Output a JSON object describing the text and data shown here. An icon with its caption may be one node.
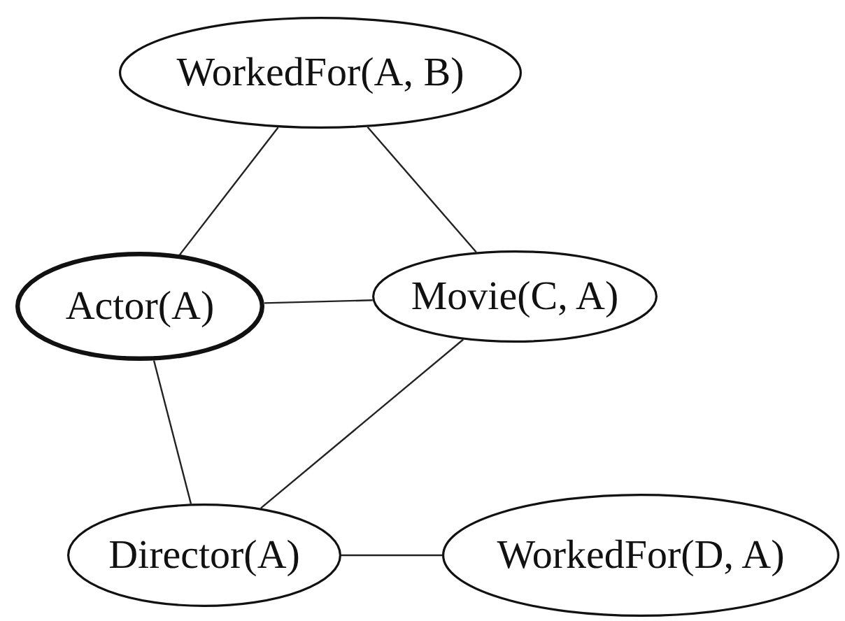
{
  "diagram": {
    "nodes": [
      {
        "text": [
          "WorkedFor(A, B)"
        ]
      },
      {
        "text": [
          "Actor(A)"
        ]
      },
      {
        "text": [
          "Movie(C, A)"
        ]
      },
      {
        "text": [
          "Director(A)"
        ]
      },
      {
        "text": [
          "WorkedFor(D, A)"
        ]
      }
    ],
    "edges": [
      {
        "from": 0,
        "to": 1,
        "arrow": "none"
      },
      {
        "from": 0,
        "to": 2,
        "arrow": "none"
      },
      {
        "from": 1,
        "to": 2,
        "arrow": "none"
      },
      {
        "from": 1,
        "to": 3,
        "arrow": "none"
      },
      {
        "from": 2,
        "to": 3,
        "arrow": "none"
      },
      {
        "from": 3,
        "to": 4,
        "arrow": "none"
      }
    ]
  }
}
